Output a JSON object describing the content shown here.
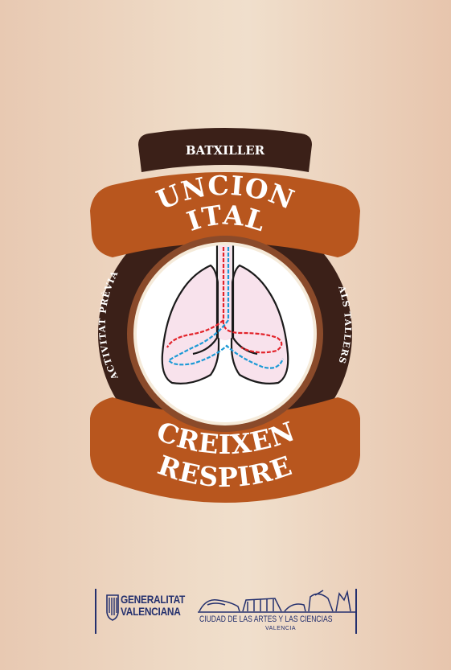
{
  "badge": {
    "top_label": "BATXILLER",
    "title_line1": "FUNCIONS",
    "title_line2": "VITALS",
    "left_ring": "ACTIVITAT PRÈVIA",
    "right_ring": "ALS TALLERS",
    "subtitle_line1": "CREIXEN",
    "subtitle_line2": "I RESPIREN"
  },
  "footer": {
    "gva_line1": "GENERALITAT",
    "gva_line2": "VALENCIANA",
    "cac_name": "CIUDAD DE LAS ARTES Y LAS CIENCIAS",
    "cac_city": "VALENCIA"
  },
  "colors": {
    "background": "#efdcc8",
    "dark_brown": "#3b2018",
    "orange_brown": "#b8561e",
    "ring_brown": "#8a4a2a",
    "navy": "#24306e"
  }
}
